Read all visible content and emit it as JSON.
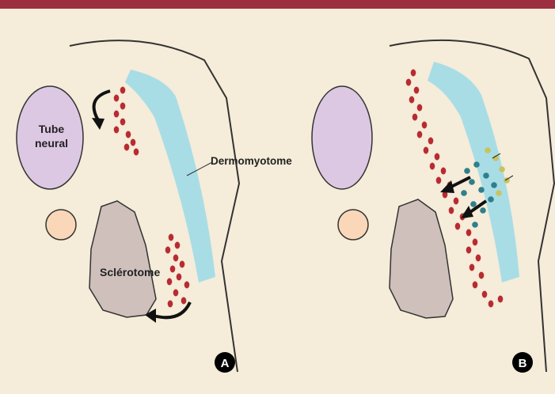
{
  "labels": {
    "tube_neural_line1": "Tube",
    "tube_neural_line2": "neural",
    "dermomyotome": "Dermomyotome",
    "sclerotome": "Sclérotome",
    "panel_a": "A",
    "panel_b": "B"
  },
  "colors": {
    "header_bar": "#9c3040",
    "background": "#f5ecd9",
    "neural_tube": "#ddc8e3",
    "dermomyotome": "#a8dde6",
    "sclerotome": "#cfc0bc",
    "notochord": "#fad7b8",
    "neural_crest_cells": "#b82b30",
    "migrating_cells_blue": "#2f7f8a",
    "migrating_cells_olive": "#c9c35f",
    "outline": "#333333"
  }
}
